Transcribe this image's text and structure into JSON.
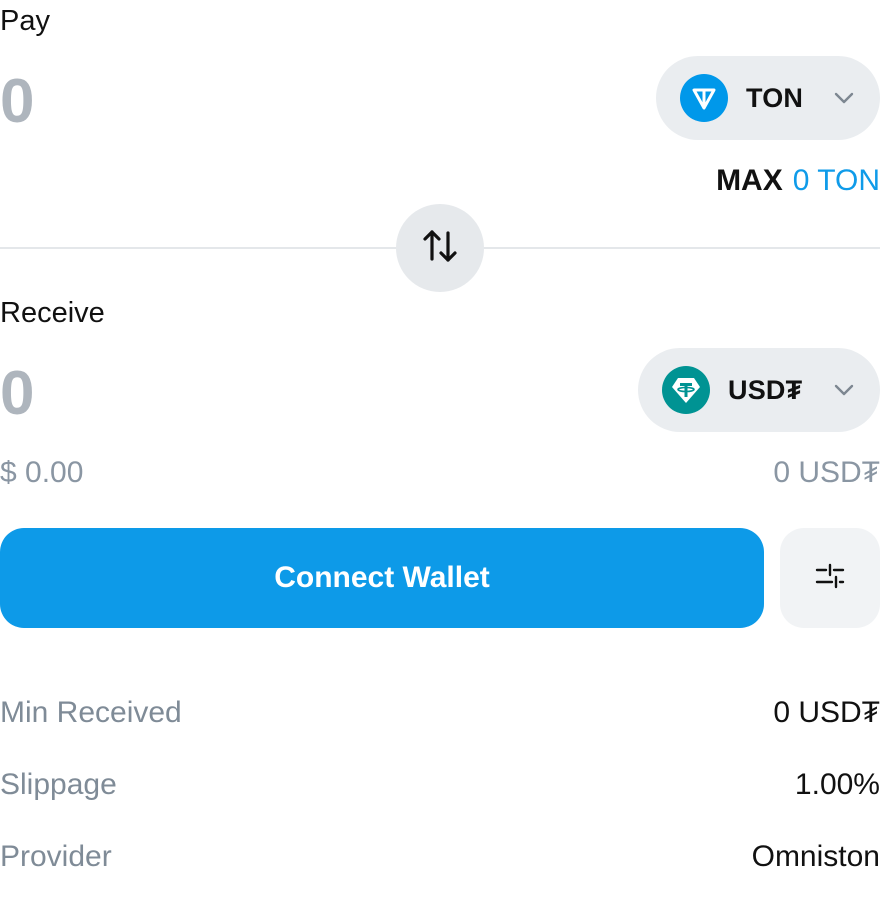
{
  "pay": {
    "label": "Pay",
    "amount_placeholder": "0",
    "token": {
      "name": "TON",
      "icon": "ton-logo-icon",
      "color": "#0098EA"
    },
    "max_label": "MAX",
    "max_value": "0 TON"
  },
  "swap": {
    "icon": "swap-arrows-icon"
  },
  "receive": {
    "label": "Receive",
    "amount_placeholder": "0",
    "token": {
      "name": "USD₮",
      "icon": "tether-logo-icon",
      "color": "#009393"
    },
    "fiat_value": "$ 0.00",
    "balance_value": "0 USD₮"
  },
  "actions": {
    "connect_label": "Connect Wallet",
    "connect_color": "#0D9AE8",
    "settings_icon": "sliders-icon"
  },
  "details": [
    {
      "label": "Min Received",
      "value": "0 USD₮"
    },
    {
      "label": "Slippage",
      "value": "1.00%"
    },
    {
      "label": "Provider",
      "value": "Omniston"
    }
  ]
}
